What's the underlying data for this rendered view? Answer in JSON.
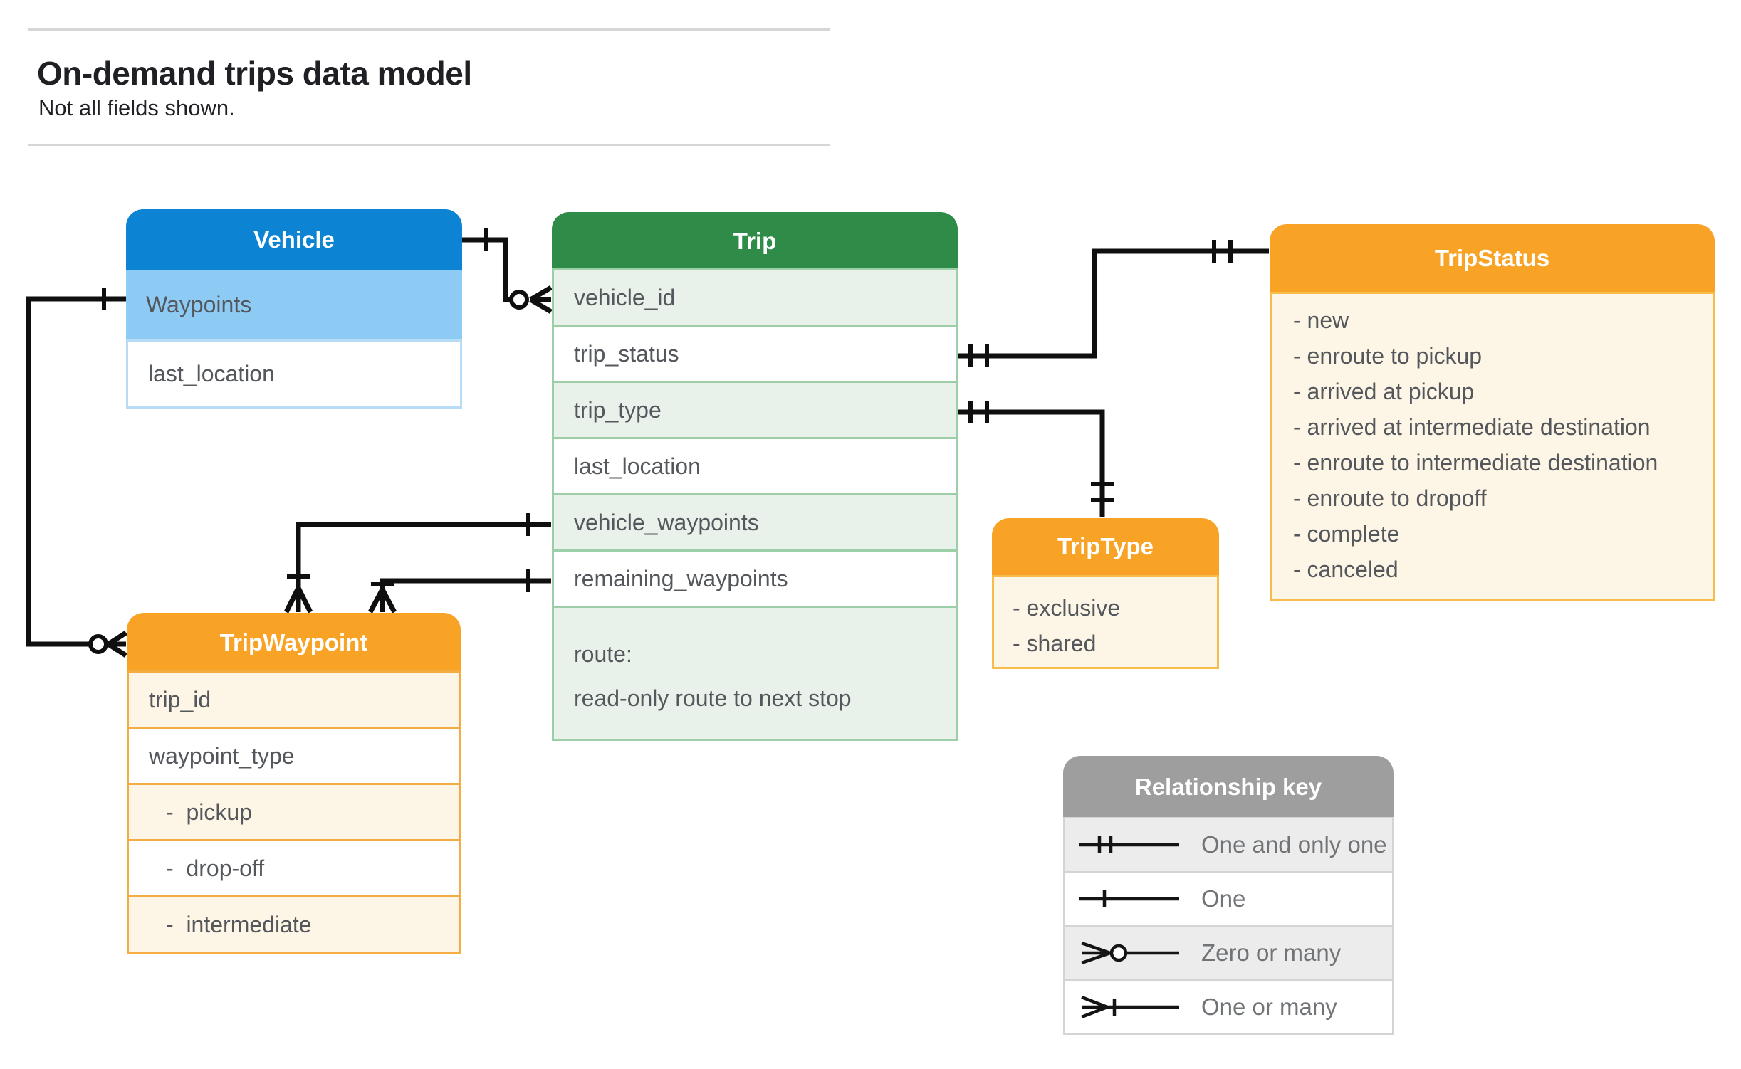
{
  "page": {
    "title": "On-demand trips data model",
    "subtitle": "Not all fields shown."
  },
  "tables": {
    "vehicle": {
      "title": "Vehicle",
      "rows": [
        "Waypoints",
        "last_location"
      ]
    },
    "trip": {
      "title": "Trip",
      "rows": [
        "vehicle_id",
        "trip_status",
        "trip_type",
        "last_location",
        "vehicle_waypoints",
        "remaining_waypoints"
      ],
      "route_line1": "route:",
      "route_line2": "read-only route to next stop"
    },
    "tripstatus": {
      "title": "TripStatus",
      "items": [
        "- new",
        "- enroute to pickup",
        "- arrived at pickup",
        "- arrived at intermediate destination",
        "- enroute to intermediate destination",
        "- enroute to dropoff",
        "- complete",
        "- canceled"
      ]
    },
    "triptype": {
      "title": "TripType",
      "items": [
        "- exclusive",
        "- shared"
      ]
    },
    "tripwaypoint": {
      "title": "TripWaypoint",
      "rows": [
        "trip_id",
        "waypoint_type",
        "-  pickup",
        "-  drop-off",
        "-  intermediate"
      ]
    }
  },
  "legend": {
    "title": "Relationship key",
    "items": [
      {
        "symbol": "one-and-only-one",
        "label": "One and only one"
      },
      {
        "symbol": "one",
        "label": "One"
      },
      {
        "symbol": "zero-or-many",
        "label": "Zero or many"
      },
      {
        "symbol": "one-or-many",
        "label": "One or many"
      }
    ]
  },
  "relationships": [
    {
      "from": "Vehicle",
      "to": "Trip.vehicle_id",
      "from_cardinality": "one",
      "to_cardinality": "zero-or-many"
    },
    {
      "from": "Trip.trip_status",
      "to": "TripStatus",
      "from_cardinality": "one-and-only-one",
      "to_cardinality": "one-and-only-one"
    },
    {
      "from": "Trip.trip_type",
      "to": "TripType",
      "from_cardinality": "one-and-only-one",
      "to_cardinality": "one-and-only-one"
    },
    {
      "from": "Trip.vehicle_waypoints",
      "to": "TripWaypoint",
      "from_cardinality": "one",
      "to_cardinality": "one-or-many"
    },
    {
      "from": "Trip.remaining_waypoints",
      "to": "TripWaypoint",
      "from_cardinality": "one",
      "to_cardinality": "one-or-many"
    },
    {
      "from": "Vehicle.Waypoints",
      "to": "TripWaypoint",
      "from_cardinality": "one",
      "to_cardinality": "zero-or-many"
    }
  ],
  "colors": {
    "vehicle_header": "#0d84d3",
    "vehicle_row_highlight": "#8ecbf4",
    "vehicle_border": "#b7dcf8",
    "trip_header": "#2f8b48",
    "trip_row_tint": "#e9f2ea",
    "trip_border": "#9ccfa7",
    "orange_header": "#f9a326",
    "orange_row_tint": "#fdf5e6",
    "orange_border": "#f7bc4a",
    "key_header": "#9e9e9e",
    "key_row_tint": "#ececec",
    "connector": "#0f0f0f",
    "row_text": "#54585c"
  }
}
